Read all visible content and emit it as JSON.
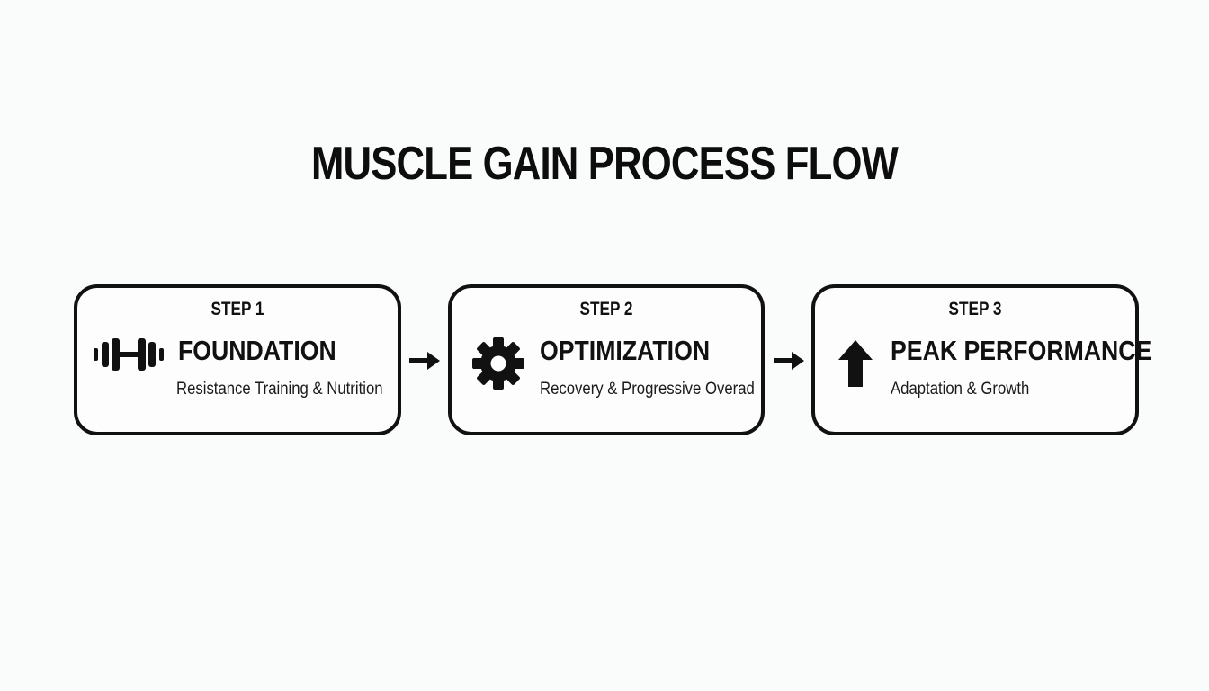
{
  "diagram": {
    "title": "MUSCLE GAIN PROCESS FLOW",
    "steps": [
      {
        "label": "STEP 1",
        "name": "FOUNDATION",
        "description": "Resistance Training & Nutrition",
        "icon": "dumbbell-icon"
      },
      {
        "label": "STEP 2",
        "name": "OPTIMIZATION",
        "description": "Recovery & Progressive Overad",
        "icon": "gear-icon"
      },
      {
        "label": "STEP 3",
        "name": "PEAK PERFORMANCE",
        "description": "Adaptation & Growth",
        "icon": "arrow-up-icon"
      }
    ],
    "connector_icon": "arrow-right-icon",
    "colors": {
      "background": "#fafbfb",
      "ink": "#111111"
    }
  }
}
